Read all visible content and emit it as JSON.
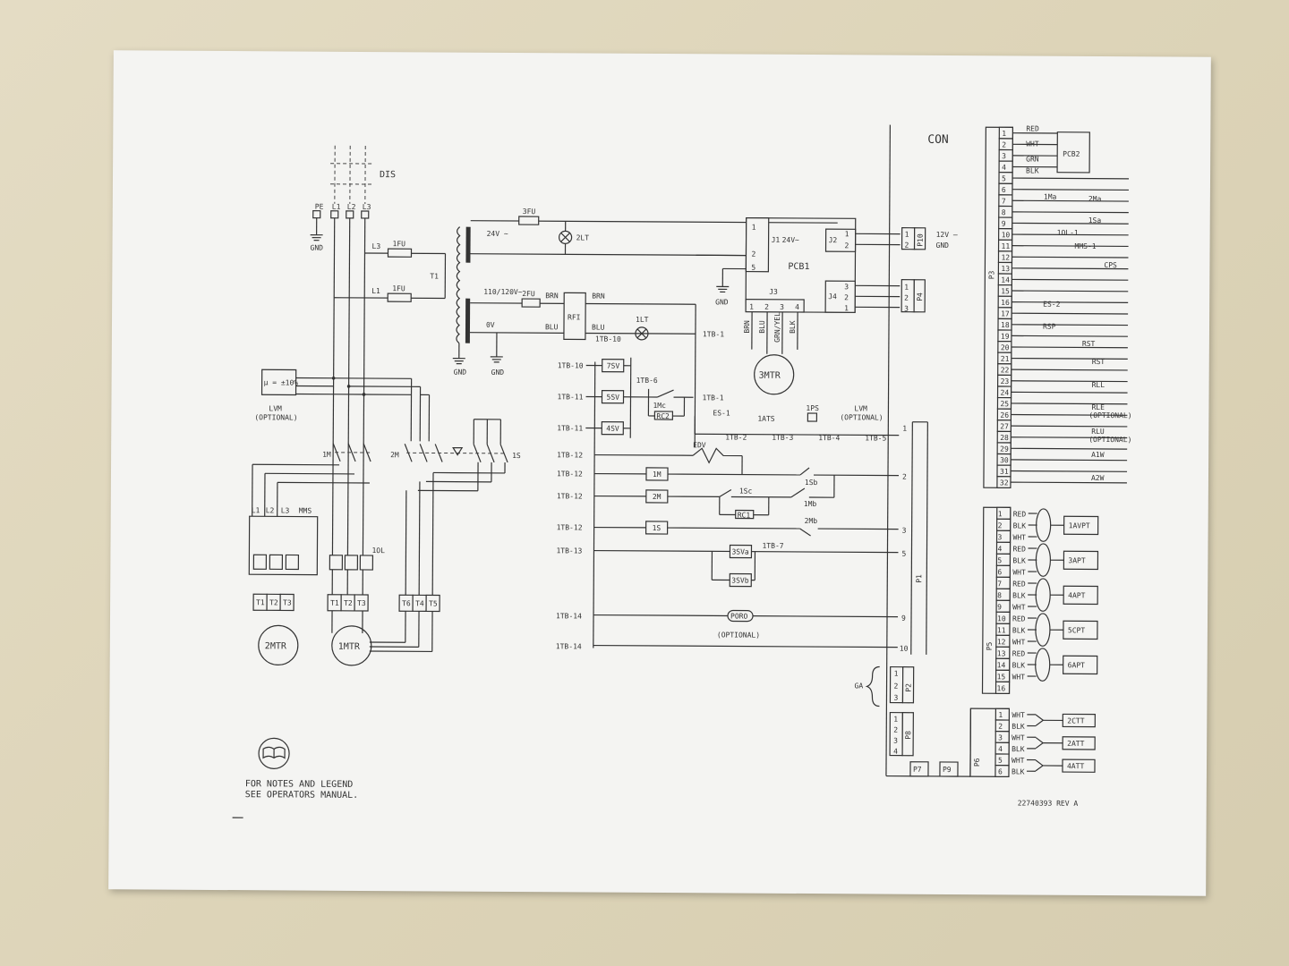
{
  "power": {
    "dis": "DIS",
    "terms": [
      "PE",
      "L1",
      "L2",
      "L3"
    ],
    "gnd": "GND",
    "fu1": "1FU",
    "l3": "L3",
    "l1": "L1",
    "t1": "T1",
    "lvm_box": "μ = ±10%",
    "lvm": "LVM",
    "lvm_opt": "(OPTIONAL)",
    "m1": "1M",
    "m2": "2M",
    "s1": "1S",
    "mms_labels": [
      "L1",
      "L2",
      "L3",
      "MMS"
    ],
    "iol": "1OL",
    "t_left": [
      "T1",
      "T2",
      "T3"
    ],
    "t_mid": [
      "T1",
      "T2",
      "T3"
    ],
    "t_right": [
      "T6",
      "T4",
      "T5"
    ],
    "motor2": "2MTR",
    "motor1": "1MTR"
  },
  "xfmr": {
    "fu3": "3FU",
    "lt2": "2LT",
    "v24": "24V ~",
    "v110": "110/120V~",
    "fu2": "2FU",
    "brn": "BRN",
    "brn2": "BRN",
    "rfi": "RFI",
    "blu": "BLU",
    "blu2": "BLU",
    "ov": "0V",
    "lt1": "1LT",
    "gnd": "GND",
    "gnd2": "GND",
    "itb1a": "1TB-1"
  },
  "pcb1": {
    "name": "PCB1",
    "j1": "J1",
    "j2": "J2",
    "j3": "J3",
    "j4": "J4",
    "v24": "24V~",
    "j1pins": [
      "1",
      "2",
      "5"
    ],
    "j2pins": [
      "1",
      "2"
    ],
    "j3pins": [
      "1",
      "2",
      "3",
      "4"
    ],
    "j4pins": [
      "3",
      "2",
      "1"
    ],
    "wires": [
      "BRN",
      "BLU",
      "GRN/YEL",
      "BLK"
    ],
    "gnd": "GND",
    "motor": "3MTR",
    "p10": "P10",
    "p10pins": [
      "1",
      "2"
    ],
    "v12": "12V —",
    "gnd2": "GND",
    "p4": "P4",
    "p4pins": [
      "1",
      "2",
      "3"
    ]
  },
  "con": "CON",
  "ladder": {
    "rungs": [
      "1TB-10",
      "1TB-11",
      "1TB-11",
      "1TB-12",
      "1TB-12",
      "1TB-12",
      "1TB-12",
      "1TB-13",
      "1TB-14",
      "1TB-14"
    ],
    "itb10": "1TB-10",
    "sv7": "7SV",
    "sv5": "5SV",
    "sv4": "4SV",
    "itb6": "1TB-6",
    "mc1": "1Mc",
    "rc2": "RC2",
    "itb1": "1TB-1",
    "es1": "ES-1",
    "ats1": "1ATS",
    "ips": "1PS",
    "lvm": "LVM",
    "lvm_opt": "(OPTIONAL)",
    "itb2": "1TB-2",
    "itb3": "1TB-3",
    "itb4": "1TB-4",
    "itb5": "1TB-5",
    "edv": "EDV",
    "m1": "1M",
    "sb1": "1Sb",
    "m2": "2M",
    "sc1": "1Sc",
    "mb1": "1Mb",
    "rc1": "RC1",
    "s1": "1S",
    "mb2": "2Mb",
    "sva": "3SVa",
    "svb": "3SVb",
    "itb7": "1TB-7",
    "poro": "PORO",
    "poro_opt": "(OPTIONAL)",
    "p1": "P1",
    "p1pins": [
      "1",
      "2",
      "3",
      "5",
      "9",
      "10"
    ]
  },
  "p3": {
    "name": "P3",
    "pins": [
      "1",
      "2",
      "3",
      "4",
      "5",
      "6",
      "7",
      "8",
      "9",
      "10",
      "11",
      "12",
      "13",
      "14",
      "15",
      "16",
      "17",
      "18",
      "19",
      "20",
      "21",
      "22",
      "23",
      "24",
      "25",
      "26",
      "27",
      "28",
      "29",
      "30",
      "31",
      "32"
    ],
    "pcb2": "PCB2",
    "wires": [
      "RED",
      "WHT",
      "GRN",
      "BLK"
    ],
    "labels": [
      "1Ma",
      "2Ma",
      "1Sa",
      "1OL-1",
      "MMS-1",
      "CPS",
      "ES-2",
      "RSP",
      "RST",
      "RST",
      "RLL",
      "RLE",
      "(OPTIONAL)",
      "RLU",
      "(OPTIONAL)",
      "A1W",
      "A2W"
    ]
  },
  "p5": {
    "name": "P5",
    "pins": [
      "1",
      "2",
      "3",
      "4",
      "5",
      "6",
      "7",
      "8",
      "9",
      "10",
      "11",
      "12",
      "13",
      "14",
      "15",
      "16"
    ],
    "wires": [
      "RED",
      "BLK",
      "WHT",
      "RED",
      "BLK",
      "WHT",
      "RED",
      "BLK",
      "WHT",
      "RED",
      "BLK",
      "WHT",
      "RED",
      "BLK",
      "WHT"
    ],
    "sensors": [
      "1AVPT",
      "3APT",
      "4APT",
      "5CPT",
      "6APT"
    ]
  },
  "p6": {
    "name": "P6",
    "pins": [
      "1",
      "2",
      "3",
      "4",
      "5",
      "6"
    ],
    "wires": [
      "WHT",
      "BLK",
      "WHT",
      "BLK",
      "WHT",
      "BLK"
    ],
    "sensors": [
      "2CTT",
      "2ATT",
      "4ATT"
    ]
  },
  "p2": {
    "name": "P2",
    "pins": [
      "1",
      "2",
      "3"
    ],
    "ga": "GA"
  },
  "p8": {
    "name": "P8",
    "pins": [
      "1",
      "2",
      "3",
      "4"
    ]
  },
  "p7": "P7",
  "p9": "P9",
  "note": {
    "line1": "FOR NOTES AND LEGEND",
    "line2": "SEE OPERATORS MANUAL."
  },
  "revision": "22740393 REV A"
}
